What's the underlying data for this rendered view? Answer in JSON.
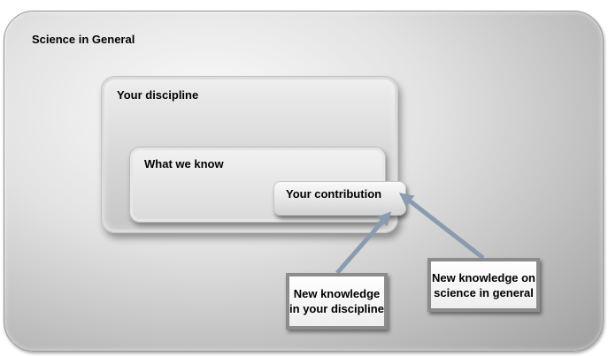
{
  "diagram": {
    "outer_label": "Science in General",
    "discipline_label": "Your discipline",
    "known_label": "What we know",
    "contribution_label": "Your contribution",
    "note_discipline": "New knowledge in your discipline",
    "note_general": "New knowledge on science in general"
  },
  "colors": {
    "arrow": "#8a9bb0",
    "note_border": "#8c8c8c"
  }
}
